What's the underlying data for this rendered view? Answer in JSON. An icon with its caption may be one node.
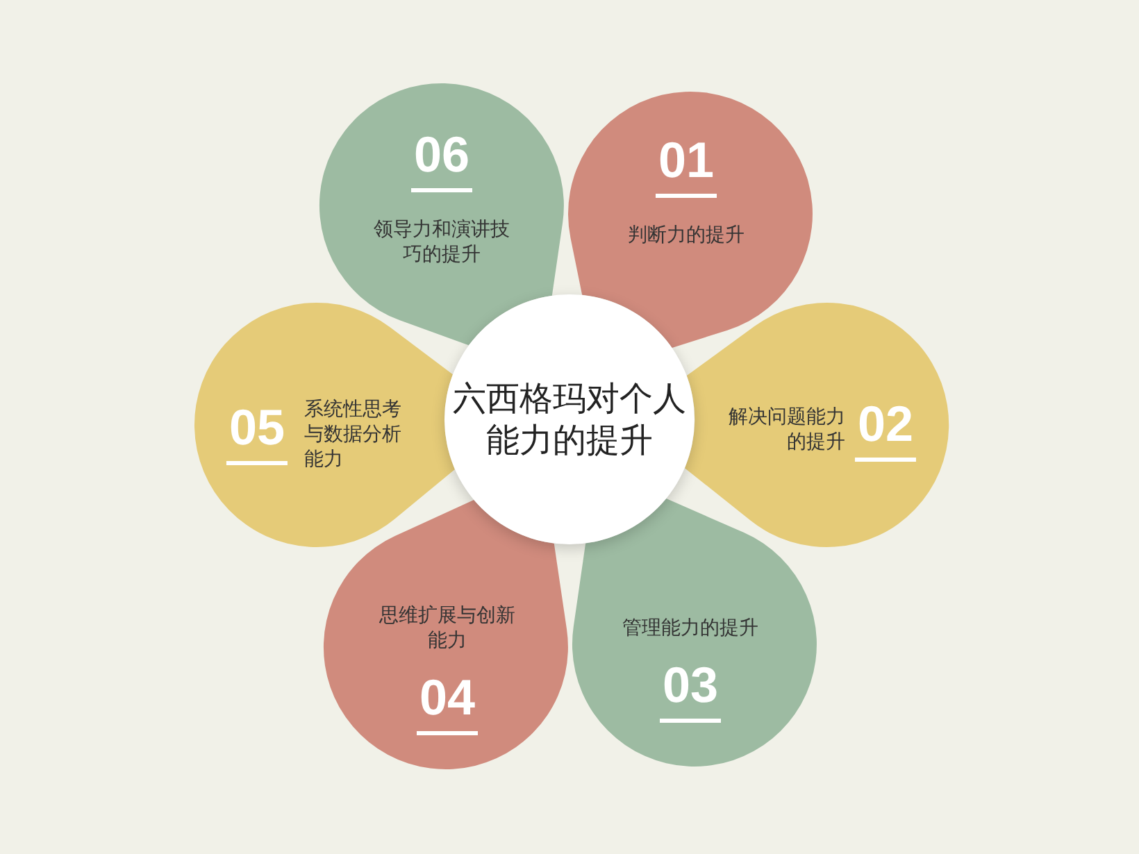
{
  "diagram": {
    "nodes": [
      {
        "text": [
          "六西格玛对个人能力的提升"
        ]
      },
      {
        "text": [
          "01",
          "判断力的提升"
        ]
      },
      {
        "text": [
          "解决问题能力的提升",
          "02"
        ]
      },
      {
        "text": [
          "管理能力的提升",
          "03"
        ]
      },
      {
        "text": [
          "思维扩展与创新能力",
          "04"
        ]
      },
      {
        "text": [
          "05",
          "系统性思考与数据分析能力"
        ]
      },
      {
        "text": [
          "06",
          "领导力和演讲技巧的提升"
        ]
      }
    ]
  }
}
